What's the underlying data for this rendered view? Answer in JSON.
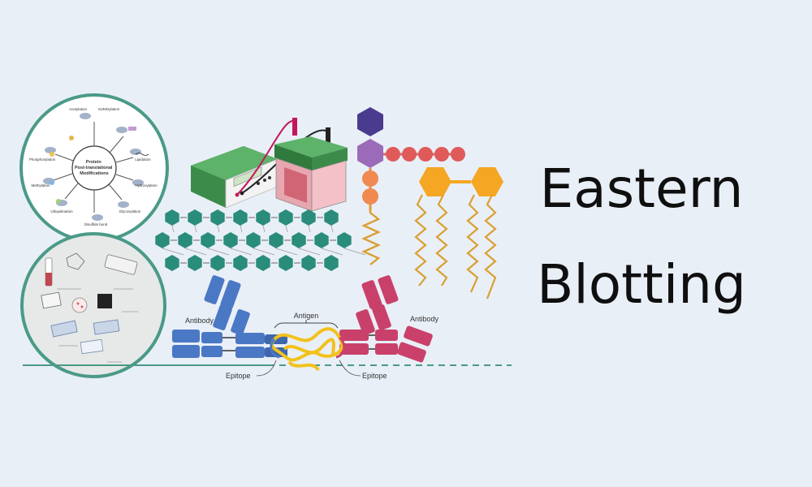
{
  "title": {
    "line1": "Eastern",
    "line2": "Blotting"
  },
  "ptm": {
    "center": [
      "Protein",
      "Post-translational",
      "Modifications"
    ],
    "items": [
      "Acetylation",
      "SUMOylation",
      "Lipidation",
      "Hydroxylation",
      "Glycosylation",
      "Disulfide bond",
      "Ubiquitination",
      "Methylation",
      "Phosphorylation"
    ]
  },
  "antibody": {
    "antibody_left": "Antibody",
    "antibody_right": "Antibody",
    "antigen": "Antigen",
    "epitope_left": "Epitope",
    "epitope_right": "Epitope"
  },
  "colors": {
    "background": "#e9eff7",
    "teal": "#2a8c7b",
    "antibody_blue": "#4a78c4",
    "antibody_red": "#c9416a",
    "antigen_yellow": "#f2c21b",
    "glycan_purple": "#5b4b9c",
    "glycan_red": "#e06464",
    "glycan_orange": "#f0a01e",
    "lipid_gold": "#d9a032",
    "device_green": "#3d8b4a"
  }
}
